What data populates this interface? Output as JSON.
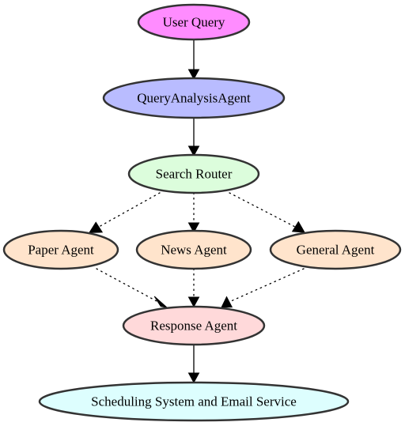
{
  "nodes": {
    "user_query": {
      "label": "User Query",
      "fill": "#ff8cff"
    },
    "query_analysis_agent": {
      "label": "QueryAnalysisAgent",
      "fill": "#b9bcff"
    },
    "search_router": {
      "label": "Search Router",
      "fill": "#dcfddc"
    },
    "paper_agent": {
      "label": "Paper Agent",
      "fill": "#ffe4cc"
    },
    "news_agent": {
      "label": "News Agent",
      "fill": "#ffe4cc"
    },
    "general_agent": {
      "label": "General Agent",
      "fill": "#ffe4cc"
    },
    "response_agent": {
      "label": "Response Agent",
      "fill": "#ffd9da"
    },
    "scheduling_email": {
      "label": "Scheduling System and Email Service",
      "fill": "#ddfefe"
    }
  },
  "edges": [
    {
      "from": "user_query",
      "to": "query_analysis_agent",
      "style": "solid"
    },
    {
      "from": "query_analysis_agent",
      "to": "search_router",
      "style": "solid"
    },
    {
      "from": "search_router",
      "to": "paper_agent",
      "style": "dotted"
    },
    {
      "from": "search_router",
      "to": "news_agent",
      "style": "dotted"
    },
    {
      "from": "search_router",
      "to": "general_agent",
      "style": "dotted"
    },
    {
      "from": "paper_agent",
      "to": "response_agent",
      "style": "dotted"
    },
    {
      "from": "news_agent",
      "to": "response_agent",
      "style": "dotted"
    },
    {
      "from": "general_agent",
      "to": "response_agent",
      "style": "dotted"
    },
    {
      "from": "response_agent",
      "to": "scheduling_email",
      "style": "solid"
    }
  ],
  "colors": {
    "node_stroke": "#333333",
    "edge": "#000000",
    "background": "#ffffff"
  }
}
